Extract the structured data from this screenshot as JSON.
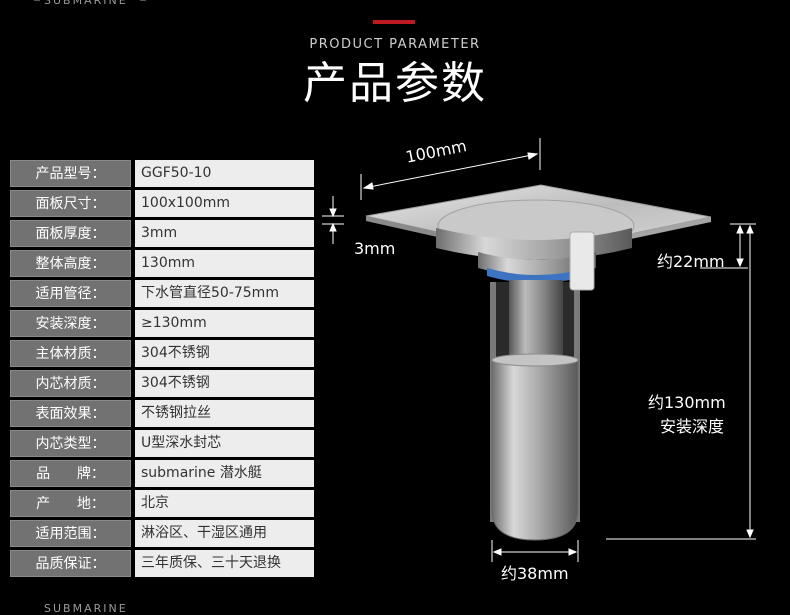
{
  "brand": "SUBMARINE",
  "header": {
    "subtitle": "PRODUCT PARAMETER",
    "title": "产品参数"
  },
  "specs": [
    {
      "label": "产品型号：",
      "value": "GGF50-10"
    },
    {
      "label": "面板尺寸：",
      "value": "100x100mm"
    },
    {
      "label": "面板厚度：",
      "value": "3mm"
    },
    {
      "label": "整体高度：",
      "value": "130mm"
    },
    {
      "label": "适用管径：",
      "value": "下水管直径50-75mm"
    },
    {
      "label": "安装深度：",
      "value": "≥130mm"
    },
    {
      "label": "主体材质：",
      "value": "304不锈钢"
    },
    {
      "label": "内芯材质：",
      "value": "304不锈钢"
    },
    {
      "label": "表面效果：",
      "value": "不锈钢拉丝"
    },
    {
      "label": "内芯类型：",
      "value": "U型深水封芯"
    },
    {
      "label": "品      牌：",
      "value": "submarine 潜水艇"
    },
    {
      "label": "产      地：",
      "value": "北京"
    },
    {
      "label": "适用范围：",
      "value": "淋浴区、干湿区通用"
    },
    {
      "label": "品质保证：",
      "value": "三年质保、三十天退换"
    }
  ],
  "dimensions": {
    "width": "100mm",
    "thickness": "3mm",
    "top_height": "约22mm",
    "total_height": "约130mm",
    "install_depth": "安装深度",
    "diameter": "约38mm"
  }
}
